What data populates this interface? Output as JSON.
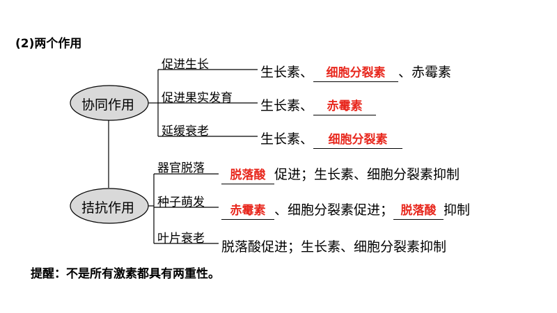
{
  "heading": "(2)两个作用",
  "synergy": {
    "label": "协同作用",
    "branches": [
      {
        "label": "促进生长",
        "prefix": "生长素、",
        "answer": "细胞分裂素",
        "suffix": "、赤霉素"
      },
      {
        "label": "促进果实发育",
        "prefix": "生长素、",
        "answer": "赤霉素",
        "suffix": ""
      },
      {
        "label": "延缓衰老",
        "prefix": "生长素、",
        "answer": "细胞分裂素",
        "suffix": ""
      }
    ]
  },
  "antagonism": {
    "label": "拮抗作用",
    "branches": [
      {
        "label": "器官脱落",
        "answer": "脱落酸",
        "text": "促进；生长素、细胞分裂素抑制"
      },
      {
        "label": "种子萌发",
        "answer": "赤霉素",
        "mid": "、细胞分裂素促进；",
        "answer2": "脱落酸",
        "text": "抑制"
      },
      {
        "label": "叶片衰老",
        "text": "脱落酸促进；生长素、细胞分裂素抑制"
      }
    ]
  },
  "tip": "提醒：不是所有激素都具有两重性。",
  "colors": {
    "answer": "#e8281e",
    "ellipse_fill": "#d9d9d9"
  }
}
